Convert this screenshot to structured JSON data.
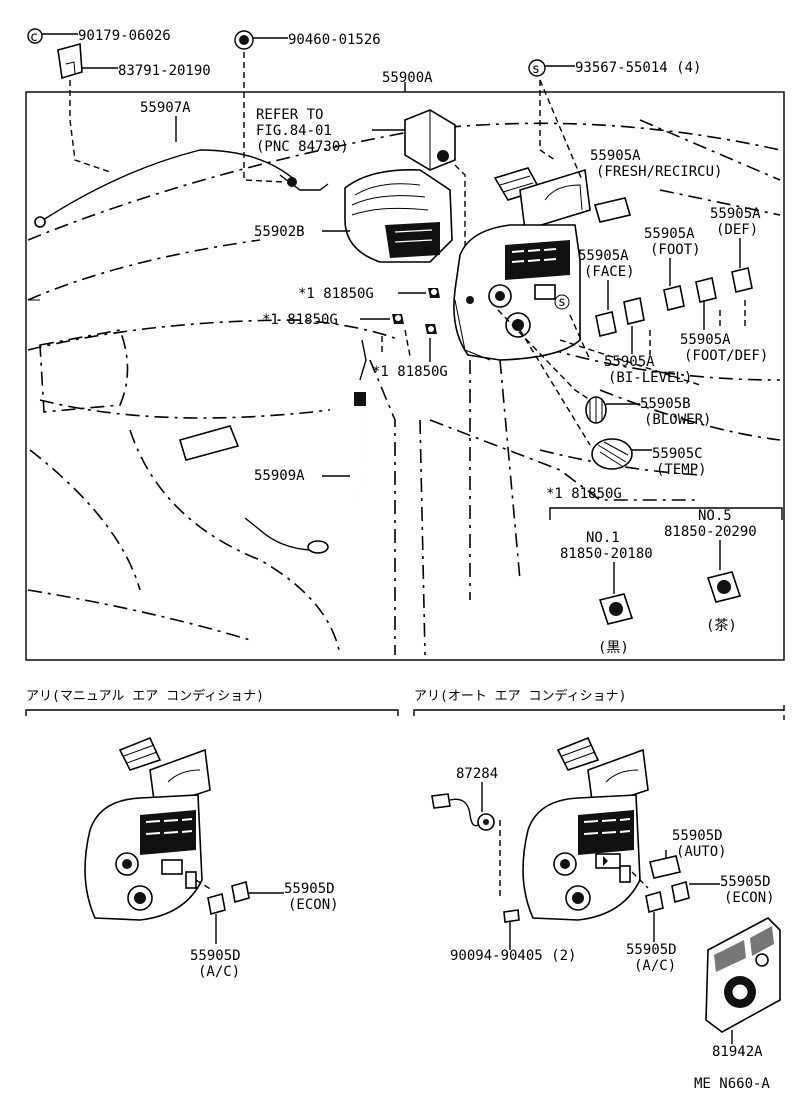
{
  "parts": {
    "p90179": "90179-06026",
    "p90460": "90460-01526",
    "p93567": "93567-55014 (4)",
    "p83791": "83791-20190",
    "p55900A": "55900A",
    "p55907A": "55907A",
    "refer1": "REFER TO",
    "refer2": "FIG.84-01",
    "refer3": "(PNC 84730)",
    "p55905A_fresh": "55905A",
    "fresh_desc": "(FRESH/RECIRCU)",
    "p55902B": "55902B",
    "p55905A_foot": "55905A",
    "foot_desc": "(FOOT)",
    "p55905A_def": "55905A",
    "def_desc": "(DEF)",
    "p55905A_face": "55905A",
    "face_desc": "(FACE)",
    "bulb1": "*1 81850G",
    "bulb2": "*1 81850G",
    "bulb3": "*1 81850G",
    "p55905A_footdef": "55905A",
    "footdef_desc": "(FOOT/DEF)",
    "p55905A_bilevel": "55905A",
    "bilevel_desc": "(BI-LEVEL)",
    "p55905B": "55905B",
    "blower_desc": "(BLOWER)",
    "p55905C": "55905C",
    "temp_desc": "(TEMP)",
    "p55909A": "55909A",
    "bulb_group": "*1 81850G",
    "no5": "NO.5",
    "no5_part": "81850-20290",
    "no1": "NO.1",
    "no1_part": "81850-20180",
    "no1_color": "(黒)",
    "no5_color": "(茶)"
  },
  "sections": {
    "manual_title": "アリ(マニュアル エア コンディショナ)",
    "manual_econ_part": "55905D",
    "manual_econ_desc": "(ECON)",
    "manual_ac_part": "55905D",
    "manual_ac_desc": "(A/C)",
    "auto_title": "アリ(オート エア コンディショナ)",
    "auto_87284": "87284",
    "auto_auto_part": "55905D",
    "auto_auto_desc": "(AUTO)",
    "auto_econ_part": "55905D",
    "auto_econ_desc": "(ECON)",
    "auto_ac_part": "55905D",
    "auto_ac_desc": "(A/C)",
    "auto_90094": "90094-90405 (2)",
    "auto_81942A": "81942A"
  },
  "footer": {
    "code": "ME N660-A"
  }
}
